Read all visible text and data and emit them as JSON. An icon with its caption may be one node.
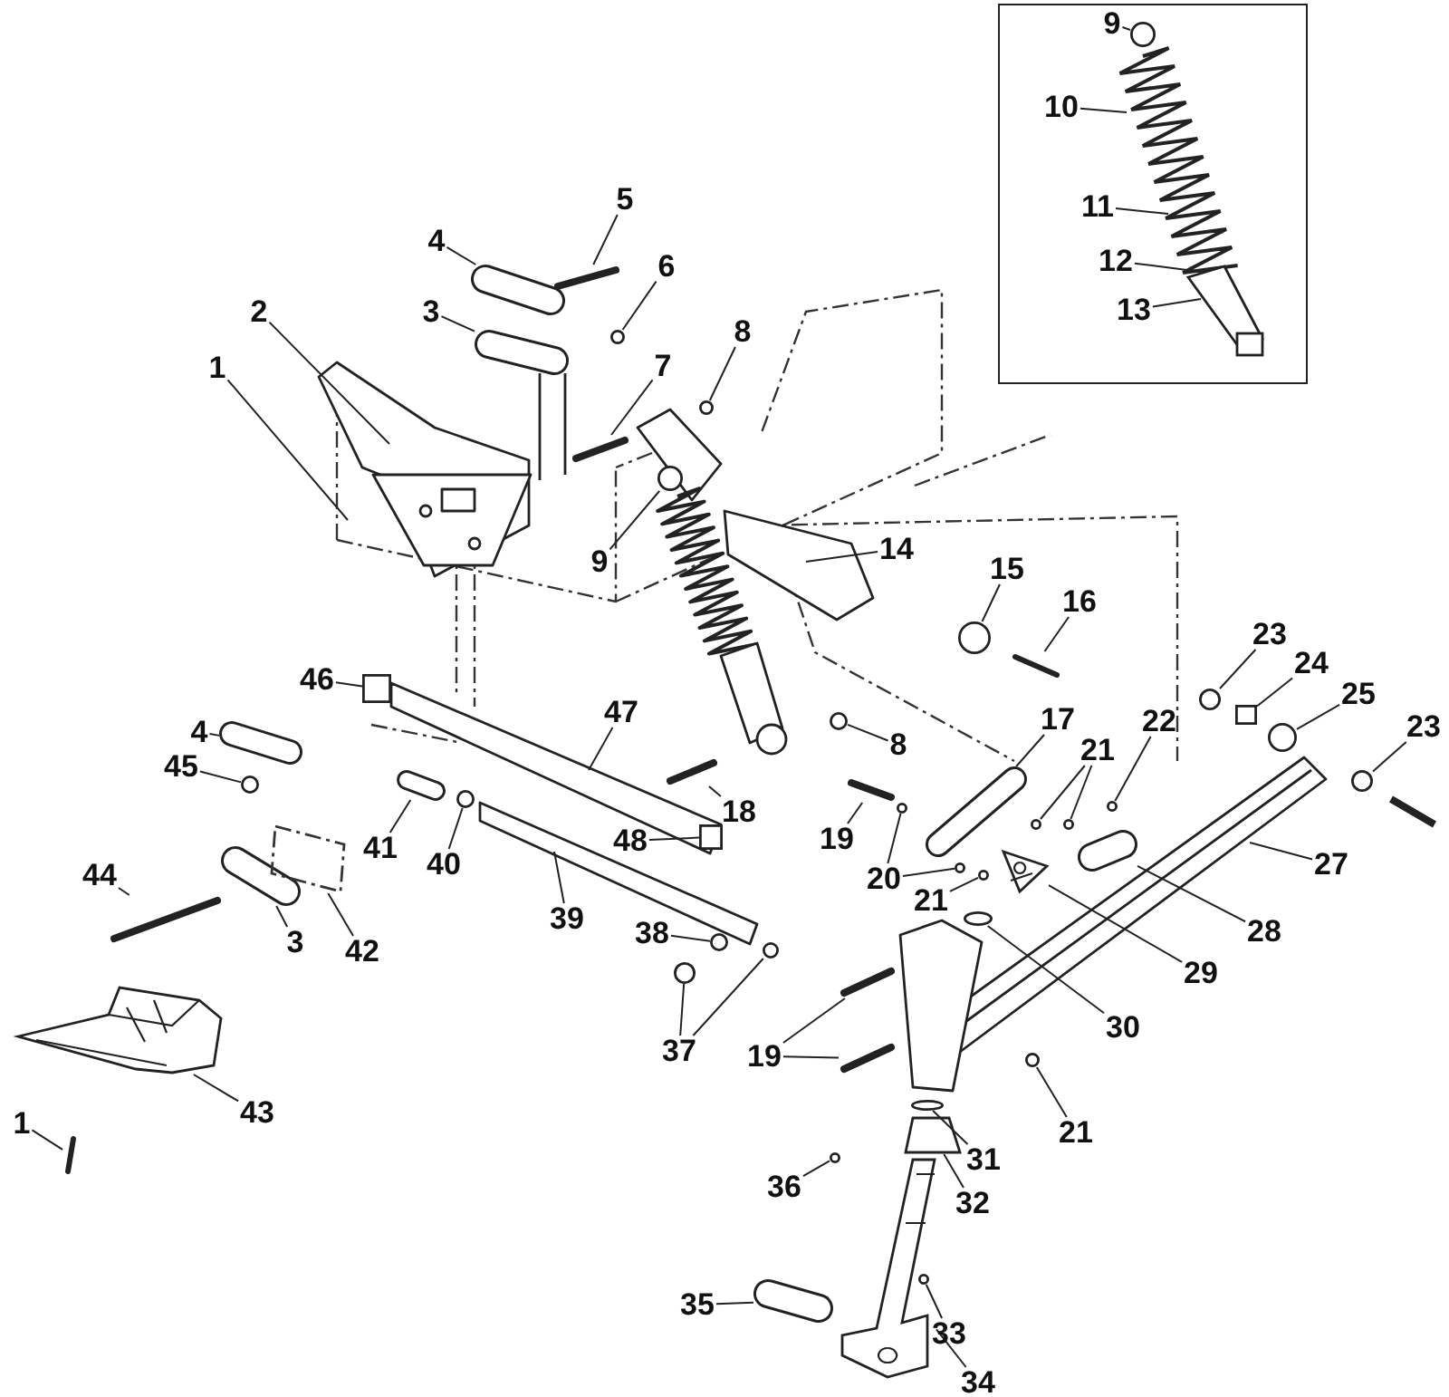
{
  "diagram": {
    "nodes": [
      {
        "text": [],
        "shape": "box"
      },
      {
        "text": [
          "9"
        ],
        "in": 0
      },
      {
        "text": [
          "10"
        ],
        "in": 0
      },
      {
        "text": [
          "11"
        ],
        "in": 0
      },
      {
        "text": [
          "12"
        ],
        "in": 0
      },
      {
        "text": [
          "13"
        ],
        "in": 0
      },
      {
        "text": [
          "5"
        ]
      },
      {
        "text": [
          "4"
        ]
      },
      {
        "text": [
          "6"
        ]
      },
      {
        "text": [
          "3"
        ]
      },
      {
        "text": [
          "2"
        ]
      },
      {
        "text": [
          "8"
        ]
      },
      {
        "text": [
          "1"
        ]
      },
      {
        "text": [
          "7"
        ]
      },
      {
        "text": [
          "14"
        ]
      },
      {
        "text": [
          "9"
        ]
      },
      {
        "text": [
          "15"
        ]
      },
      {
        "text": [
          "16"
        ]
      },
      {
        "text": [
          "23"
        ]
      },
      {
        "text": [
          "24"
        ]
      },
      {
        "text": [
          "46"
        ]
      },
      {
        "text": [
          "25"
        ]
      },
      {
        "text": [
          "47"
        ]
      },
      {
        "text": [
          "17"
        ]
      },
      {
        "text": [
          "22"
        ]
      },
      {
        "text": [
          "23"
        ]
      },
      {
        "text": [
          "4"
        ]
      },
      {
        "text": [
          "8"
        ]
      },
      {
        "text": [
          "21"
        ]
      },
      {
        "text": [
          "45"
        ]
      },
      {
        "text": [
          "18"
        ]
      },
      {
        "text": [
          "19"
        ]
      },
      {
        "text": [
          "48"
        ]
      },
      {
        "text": [
          "41"
        ]
      },
      {
        "text": [
          "40"
        ]
      },
      {
        "text": [
          "27"
        ]
      },
      {
        "text": [
          "44"
        ]
      },
      {
        "text": [
          "20"
        ]
      },
      {
        "text": [
          "21"
        ]
      },
      {
        "text": [
          "39"
        ]
      },
      {
        "text": [
          "28"
        ]
      },
      {
        "text": [
          "38"
        ]
      },
      {
        "text": [
          "3"
        ]
      },
      {
        "text": [
          "42"
        ]
      },
      {
        "text": [
          "29"
        ]
      },
      {
        "text": [
          "30"
        ]
      },
      {
        "text": [
          "37"
        ]
      },
      {
        "text": [
          "19"
        ]
      },
      {
        "text": [
          "43"
        ]
      },
      {
        "text": [
          "1"
        ]
      },
      {
        "text": [
          "21"
        ]
      },
      {
        "text": [
          "31"
        ]
      },
      {
        "text": [
          "36"
        ]
      },
      {
        "text": [
          "32"
        ]
      },
      {
        "text": [
          "35"
        ]
      },
      {
        "text": [
          "33"
        ]
      },
      {
        "text": [
          "34"
        ]
      },
      {
        "text": [],
        "shape": "circle",
        "in": 0
      },
      {
        "text": [],
        "shape": "bar"
      },
      {
        "text": [],
        "shape": "bar"
      },
      {
        "text": [],
        "shape": "circle"
      },
      {
        "text": [],
        "shape": "bar"
      },
      {
        "text": [],
        "shape": "circle"
      },
      {
        "text": [],
        "shape": "bar"
      },
      {
        "text": [],
        "shape": "circle"
      },
      {
        "text": [],
        "shape": "circle"
      },
      {
        "text": [],
        "shape": "bar"
      },
      {
        "text": [],
        "shape": "circle"
      },
      {
        "text": [],
        "shape": "box"
      },
      {
        "text": [],
        "shape": "box"
      },
      {
        "text": [],
        "shape": "circle"
      },
      {
        "text": [],
        "shape": "bar"
      },
      {
        "text": [],
        "shape": "circle"
      },
      {
        "text": [],
        "shape": "circle"
      },
      {
        "text": [],
        "shape": "bar"
      },
      {
        "text": [],
        "shape": "circle"
      },
      {
        "text": [],
        "shape": "circle"
      },
      {
        "text": [],
        "shape": "circle"
      },
      {
        "text": [],
        "shape": "circle"
      },
      {
        "text": [],
        "shape": "bar"
      },
      {
        "text": [],
        "shape": "bar"
      },
      {
        "text": [],
        "shape": "box"
      },
      {
        "text": [],
        "shape": "bar"
      },
      {
        "text": [],
        "shape": "circle"
      },
      {
        "text": [],
        "shape": "bar"
      },
      {
        "text": [],
        "shape": "circle"
      },
      {
        "text": [],
        "shape": "circle"
      },
      {
        "text": [],
        "shape": "circle"
      },
      {
        "text": [],
        "shape": "bar"
      },
      {
        "text": [],
        "shape": "circle"
      },
      {
        "text": [],
        "shape": "bar"
      },
      {
        "text": [],
        "shape": "box"
      },
      {
        "text": [],
        "shape": "picture"
      },
      {
        "text": [],
        "shape": "circle"
      },
      {
        "text": [],
        "shape": "circle"
      },
      {
        "text": [],
        "shape": "circle"
      },
      {
        "text": [],
        "shape": "bar"
      },
      {
        "text": [],
        "shape": "bar"
      },
      {
        "text": [],
        "shape": "picture"
      },
      {
        "text": [],
        "shape": "bar"
      },
      {
        "text": [],
        "shape": "circle"
      },
      {
        "text": [],
        "shape": "circle"
      },
      {
        "text": [],
        "shape": "circle"
      },
      {
        "text": [],
        "shape": "box"
      },
      {
        "text": [],
        "shape": "bar"
      },
      {
        "text": [],
        "shape": "circle",
        "in": 106
      },
      {
        "text": [],
        "shape": "picture"
      }
    ],
    "edges": [
      {
        "from": 1,
        "to": 57,
        "arrow": "none"
      },
      {
        "from": 2,
        "to": null,
        "arrow": "none"
      },
      {
        "from": 3,
        "to": null,
        "arrow": "none"
      },
      {
        "from": 4,
        "to": null,
        "arrow": "none"
      },
      {
        "from": 5,
        "to": null,
        "arrow": "none"
      },
      {
        "from": 6,
        "to": 58,
        "arrow": "none"
      },
      {
        "from": 7,
        "to": 59,
        "arrow": "none"
      },
      {
        "from": 8,
        "to": 60,
        "arrow": "none"
      },
      {
        "from": 9,
        "to": 61,
        "arrow": "none"
      },
      {
        "from": 10,
        "to": null,
        "arrow": "none"
      },
      {
        "from": 11,
        "to": 62,
        "arrow": "none"
      },
      {
        "from": 12,
        "to": null,
        "arrow": "none"
      },
      {
        "from": 13,
        "to": 63,
        "arrow": "none"
      },
      {
        "from": 14,
        "to": null,
        "arrow": "none"
      },
      {
        "from": 15,
        "to": 64,
        "arrow": "none"
      },
      {
        "from": 16,
        "to": 65,
        "arrow": "none"
      },
      {
        "from": 17,
        "to": 66,
        "arrow": "none"
      },
      {
        "from": 18,
        "to": 67,
        "arrow": "none"
      },
      {
        "from": 19,
        "to": 68,
        "arrow": "none"
      },
      {
        "from": 20,
        "to": 69,
        "arrow": "none"
      },
      {
        "from": 21,
        "to": 70,
        "arrow": "none"
      },
      {
        "from": 22,
        "to": null,
        "arrow": "none"
      },
      {
        "from": 23,
        "to": 71,
        "arrow": "none"
      },
      {
        "from": 24,
        "to": 72,
        "arrow": "none"
      },
      {
        "from": 25,
        "to": 73,
        "arrow": "none"
      },
      {
        "from": 26,
        "to": 74,
        "arrow": "none"
      },
      {
        "from": 27,
        "to": 75,
        "arrow": "none"
      },
      {
        "from": 28,
        "to": 76,
        "arrow": "none"
      },
      {
        "from": 28,
        "to": 77,
        "arrow": "none"
      },
      {
        "from": 29,
        "to": 78,
        "arrow": "none"
      },
      {
        "from": 30,
        "to": 79,
        "arrow": "none"
      },
      {
        "from": 31,
        "to": 80,
        "arrow": "none"
      },
      {
        "from": 32,
        "to": 81,
        "arrow": "none"
      },
      {
        "from": 33,
        "to": 82,
        "arrow": "none"
      },
      {
        "from": 34,
        "to": 83,
        "arrow": "none"
      },
      {
        "from": 35,
        "to": null,
        "arrow": "none"
      },
      {
        "from": 36,
        "to": 84,
        "arrow": "none"
      },
      {
        "from": 37,
        "to": 85,
        "arrow": "none"
      },
      {
        "from": 37,
        "to": 86,
        "arrow": "none"
      },
      {
        "from": 38,
        "to": 87,
        "arrow": "none"
      },
      {
        "from": 39,
        "to": null,
        "arrow": "none"
      },
      {
        "from": 40,
        "to": 88,
        "arrow": "none"
      },
      {
        "from": 41,
        "to": 89,
        "arrow": "none"
      },
      {
        "from": 42,
        "to": 90,
        "arrow": "none"
      },
      {
        "from": 43,
        "to": 91,
        "arrow": "none"
      },
      {
        "from": 44,
        "to": 92,
        "arrow": "none"
      },
      {
        "from": 45,
        "to": 93,
        "arrow": "none"
      },
      {
        "from": 46,
        "to": 94,
        "arrow": "none"
      },
      {
        "from": 46,
        "to": 95,
        "arrow": "none"
      },
      {
        "from": 47,
        "to": 96,
        "arrow": "none"
      },
      {
        "from": 47,
        "to": 97,
        "arrow": "none"
      },
      {
        "from": 48,
        "to": 98,
        "arrow": "none"
      },
      {
        "from": 49,
        "to": 99,
        "arrow": "none"
      },
      {
        "from": 50,
        "to": 100,
        "arrow": "none"
      },
      {
        "from": 51,
        "to": 101,
        "arrow": "none"
      },
      {
        "from": 52,
        "to": 102,
        "arrow": "none"
      },
      {
        "from": 53,
        "to": 103,
        "arrow": "none"
      },
      {
        "from": 54,
        "to": 104,
        "arrow": "none"
      },
      {
        "from": 55,
        "to": 105,
        "arrow": "none"
      },
      {
        "from": 56,
        "to": 106,
        "arrow": "none"
      }
    ]
  }
}
